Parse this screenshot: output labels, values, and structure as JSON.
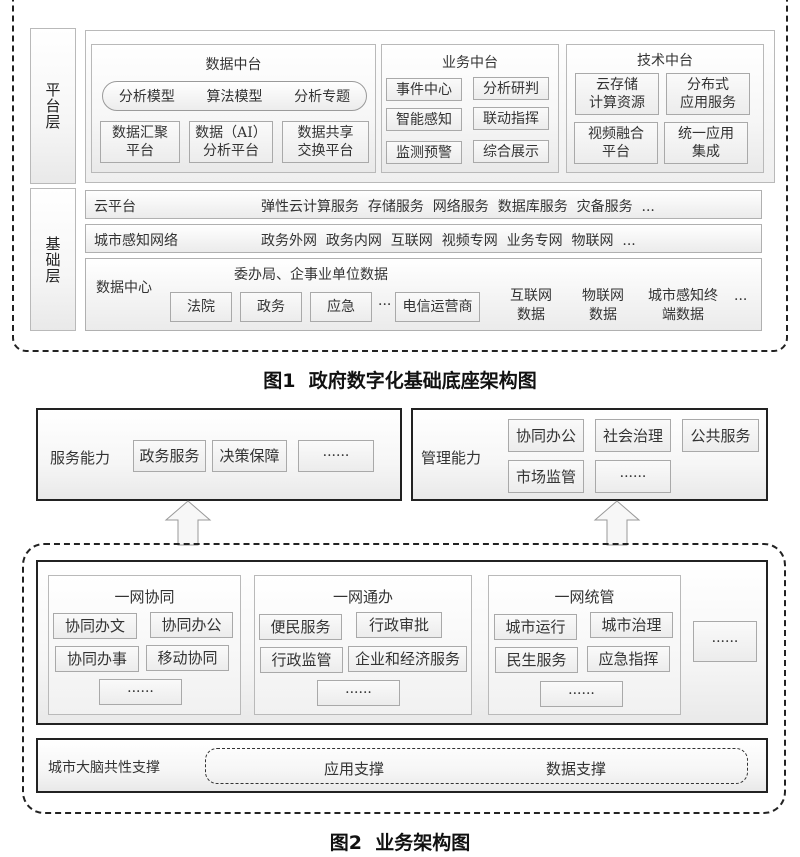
{
  "figure1": {
    "caption": "图1  政府数字化基础底座架构图",
    "platform_layer": {
      "label": "平台层",
      "data_platform": {
        "title": "数据中台",
        "pill_items": [
          "分析模型",
          "算法模型",
          "分析专题"
        ],
        "boxes": [
          "数据汇聚\n平台",
          "数据（AI）\n分析平台",
          "数据共享\n交换平台"
        ]
      },
      "business_platform": {
        "title": "业务中台",
        "boxes": [
          "事件中心",
          "分析研判",
          "智能感知",
          "联动指挥",
          "监测预警",
          "综合展示"
        ]
      },
      "tech_platform": {
        "title": "技术中台",
        "boxes": [
          "云存储\n计算资源",
          "分布式\n应用服务",
          "视频融合\n平台",
          "统一应用\n集成"
        ]
      }
    },
    "base_layer": {
      "label": "基础层",
      "cloud": {
        "label": "云平台",
        "items": "弹性云计算服务  存储服务  网络服务  数据库服务  灾备服务  ..."
      },
      "network": {
        "label": "城市感知网络",
        "items": "政务外网  政务内网  互联网  视频专网  业务专网  物联网  ..."
      },
      "data_center": {
        "label": "数据中心",
        "sub_title": "委办局、企事业单位数据",
        "boxes": [
          "法院",
          "政务",
          "应急"
        ],
        "ellipsis1": "···",
        "telecom": "电信运营商",
        "extras": [
          "互联网\n数据",
          "物联网\n数据",
          "城市感知终\n端数据"
        ],
        "ellipsis2": "···"
      }
    }
  },
  "figure2": {
    "caption": "图2  业务架构图",
    "service": {
      "label": "服务能力",
      "boxes": [
        "政务服务",
        "决策保障",
        "······"
      ]
    },
    "management": {
      "label": "管理能力",
      "boxes": [
        "协同办公",
        "社会治理",
        "公共服务",
        "市场监管",
        "······"
      ]
    },
    "groups": [
      {
        "title": "一网协同",
        "boxes": [
          "协同办文",
          "协同办公",
          "协同办事",
          "移动协同",
          "······"
        ]
      },
      {
        "title": "一网通办",
        "boxes": [
          "便民服务",
          "行政审批",
          "行政监管",
          "企业和经济服务",
          "······"
        ]
      },
      {
        "title": "一网统管",
        "boxes": [
          "城市运行",
          "城市治理",
          "民生服务",
          "应急指挥",
          "······"
        ]
      }
    ],
    "extra_box": "······",
    "support": {
      "label": "城市大脑共性支撑",
      "items": [
        "应用支撑",
        "数据支撑"
      ]
    }
  }
}
